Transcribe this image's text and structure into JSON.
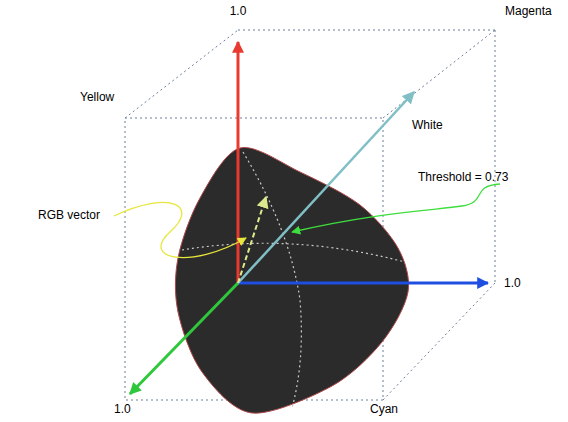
{
  "diagram": {
    "labels": [
      "1.0",
      "Magenta",
      "Yellow",
      "White",
      "Threshold = 0.73",
      "RGB vector",
      "1.0",
      "1.0",
      "Cyan"
    ]
  }
}
